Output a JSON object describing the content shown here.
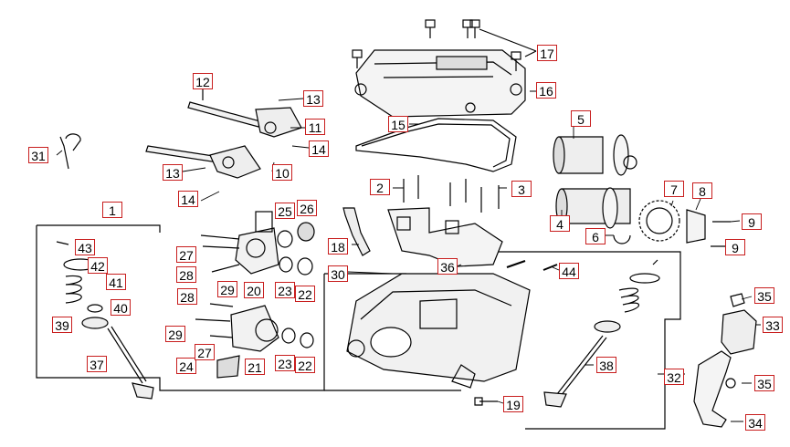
{
  "diagram": {
    "labels": {
      "l1": "1",
      "l2": "2",
      "l3": "3",
      "l4": "4",
      "l5": "5",
      "l6": "6",
      "l7": "7",
      "l8": "8",
      "l9a": "9",
      "l9b": "9",
      "l10": "10",
      "l11": "11",
      "l12": "12",
      "l13a": "13",
      "l13b": "13",
      "l14a": "14",
      "l14b": "14",
      "l16": "16",
      "l17": "17",
      "l15": "15",
      "l18": "18",
      "l19": "19",
      "l20": "20",
      "l21": "21",
      "l22a": "22",
      "l22b": "22",
      "l23a": "23",
      "l23b": "23",
      "l24": "24",
      "l25": "25",
      "l26": "26",
      "l27a": "27",
      "l27b": "27",
      "l28a": "28",
      "l28b": "28",
      "l29a": "29",
      "l29b": "29",
      "l30": "30",
      "l31": "31",
      "l32": "32",
      "l33": "33",
      "l34": "34",
      "l35a": "35",
      "l35b": "35",
      "l36": "36",
      "l37": "37",
      "l38": "38",
      "l39": "39",
      "l40": "40",
      "l41": "41",
      "l42": "42",
      "l43": "43",
      "l44": "44"
    },
    "colors": {
      "label_border": "#c81e1e",
      "line": "#000000"
    }
  }
}
